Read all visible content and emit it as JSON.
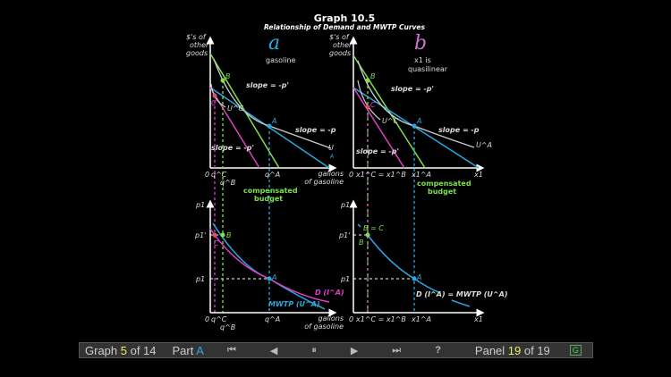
{
  "graph": {
    "title": "Graph 10.5",
    "subtitle": "Relationship of Demand and MWTP Curves",
    "panel_a": {
      "letter": "a",
      "caption": "gasoline",
      "y_axis_label": [
        "$'s of",
        "other",
        "goods"
      ],
      "x_axis_label": [
        "gallons",
        "of gasoline"
      ],
      "origin": "0",
      "ticks_top": [
        "q^C",
        "q^B",
        "q^A"
      ],
      "points": {
        "A": "A",
        "B": "B",
        "C": "C"
      },
      "slope_labels": [
        "slope = -p'",
        "slope = -p",
        "slope = -p'"
      ],
      "curve_labels": {
        "UC": "U^C",
        "UA": "U",
        "UA_sub": "A"
      },
      "compensated": [
        "compensated",
        "budget"
      ],
      "bottom_y_label": "p1",
      "bottom_ticks_y": [
        "p1'",
        "p1"
      ],
      "bottom_ticks_x": [
        "q^C",
        "q^B",
        "q^A"
      ],
      "demand_label": "D (I^A)",
      "mwtp_label": "MWTP (U^A)"
    },
    "panel_b": {
      "letter": "b",
      "caption": [
        "x1 is",
        "quasilinear"
      ],
      "y_axis_label": [
        "$'s of",
        "other",
        "goods"
      ],
      "x_axis_label": "x1",
      "origin": "0",
      "ticks_top": [
        "x1^C = x1^B",
        "x1^A"
      ],
      "points": {
        "A": "A",
        "B": "B",
        "C": "C",
        "BC": "B = C"
      },
      "slope_labels": [
        "slope = -p'",
        "slope = -p",
        "slope = -p'"
      ],
      "curve_labels": {
        "UC": "U^C",
        "UA": "U^A"
      },
      "compensated": [
        "compensated",
        "budget"
      ],
      "bottom_y_label": "p1",
      "bottom_ticks_y": [
        "p1'",
        "p1"
      ],
      "bottom_ticks_x": [
        "x1^C = x1^B",
        "x1^A"
      ],
      "demand_label": "D (I^A) = MWTP (U^A)"
    },
    "colors": {
      "blue": "#29a8e0",
      "green": "#7ee04a",
      "magenta": "#e040c8",
      "gray": "#cccccc",
      "letter_a": "#29a8e0",
      "letter_b": "#d070d0"
    }
  },
  "toolbar": {
    "graph_prefix": "Graph ",
    "graph_num": "5",
    "graph_suffix": " of 14",
    "part_prefix": "Part ",
    "part": "A",
    "first": "⏮",
    "prev": "◀",
    "pause": "⏸",
    "next": "▶",
    "last": "⏭",
    "help": "?",
    "panel_prefix": "Panel ",
    "panel_num": "19",
    "panel_suffix": " of 19",
    "g_button": "G"
  }
}
